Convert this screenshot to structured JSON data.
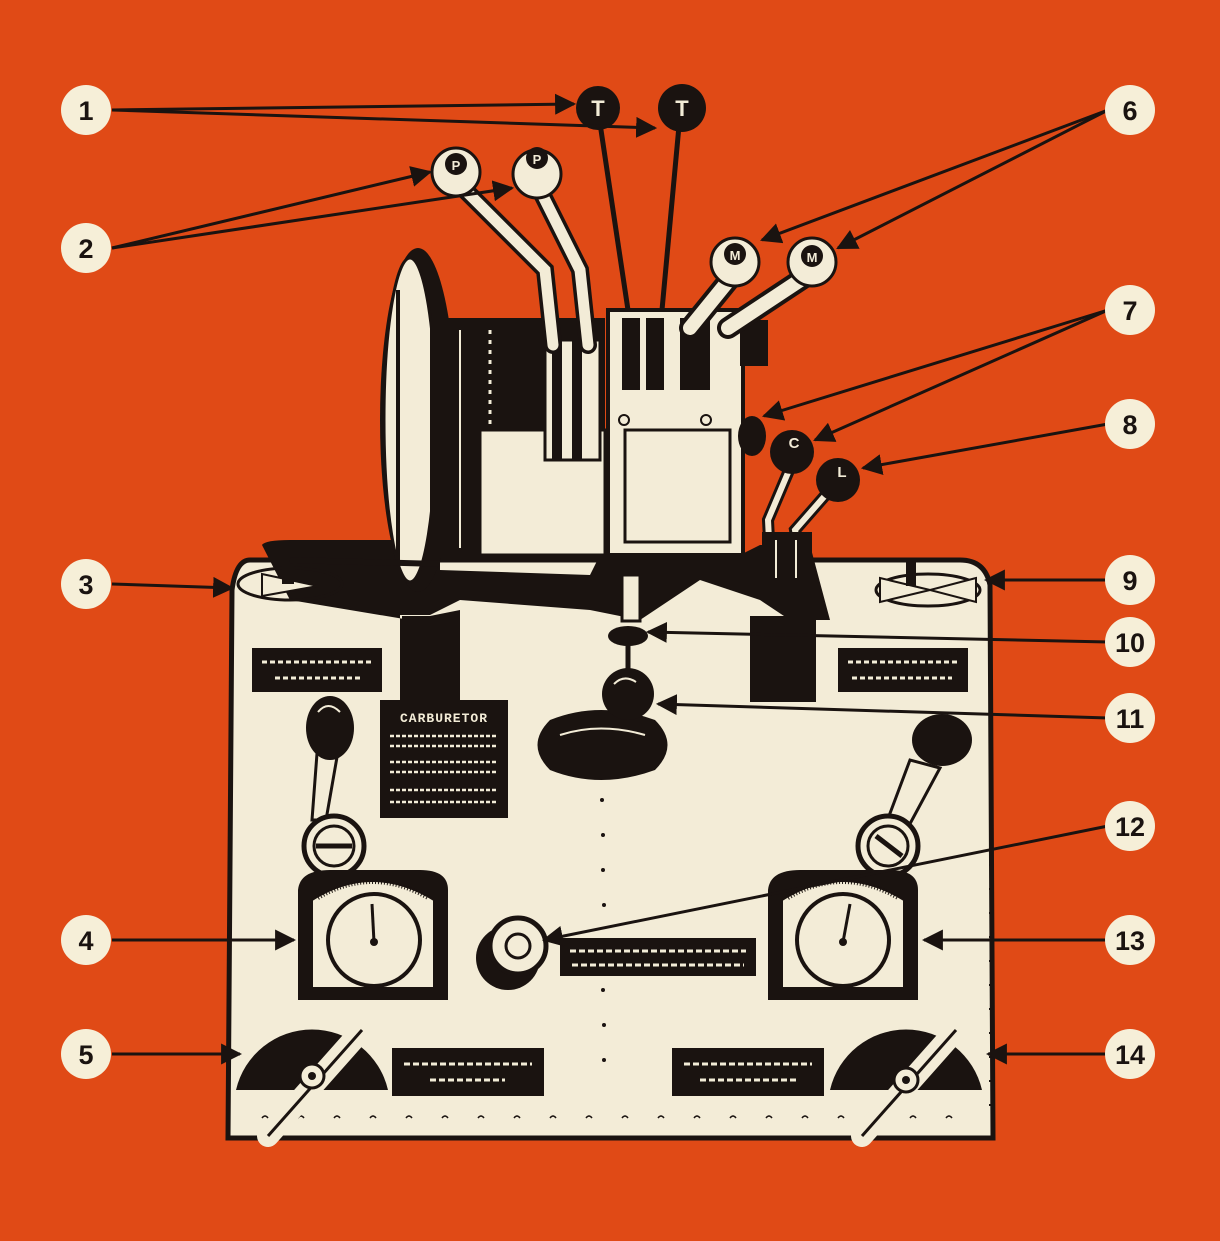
{
  "colors": {
    "background": "#e04a16",
    "panel": "#f3ecd7",
    "ink": "#1a1310",
    "circle": "#f6efd8"
  },
  "knob_labels": {
    "throttle": "T",
    "propeller": "P",
    "mixture": "M",
    "carburetor": "C",
    "lock": "L"
  },
  "nameplates": {
    "carburetor": "CARBURETOR"
  },
  "callouts": [
    {
      "number": "1"
    },
    {
      "number": "2"
    },
    {
      "number": "3"
    },
    {
      "number": "4"
    },
    {
      "number": "5"
    },
    {
      "number": "6"
    },
    {
      "number": "7"
    },
    {
      "number": "8"
    },
    {
      "number": "9"
    },
    {
      "number": "10"
    },
    {
      "number": "11"
    },
    {
      "number": "12"
    },
    {
      "number": "13"
    },
    {
      "number": "14"
    }
  ]
}
